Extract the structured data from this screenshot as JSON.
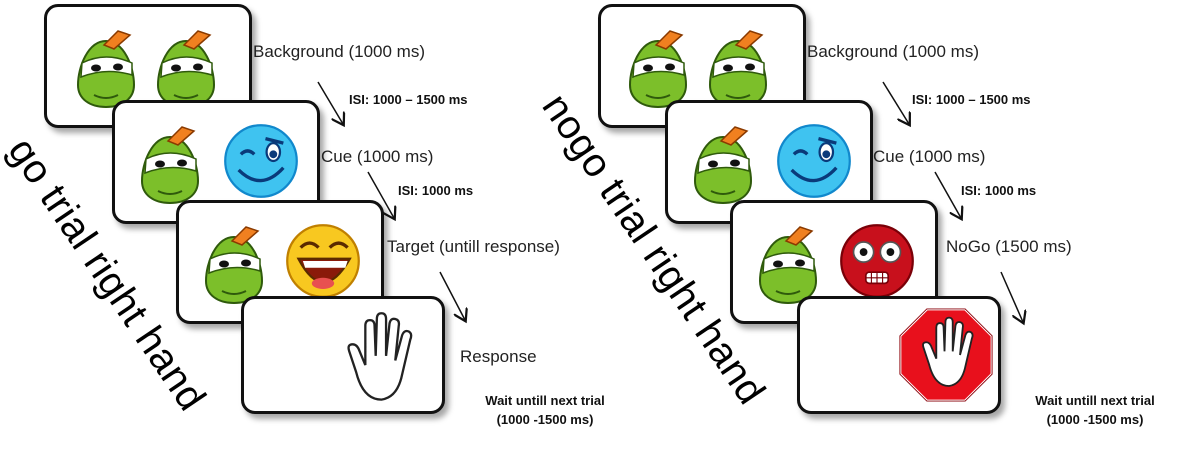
{
  "go": {
    "title": "go trial right hand",
    "steps": {
      "background": "Background (1000 ms)",
      "isi1": "ISI: 1000 – 1500 ms",
      "cue": "Cue (1000 ms)",
      "isi2": "ISI: 1000 ms",
      "target": "Target (untill response)",
      "response": "Response"
    },
    "wait_line1": "Wait untill next trial",
    "wait_line2": "(1000 -1500 ms)"
  },
  "nogo": {
    "title": "nogo trial right hand",
    "steps": {
      "background": "Background (1000 ms)",
      "isi1": "ISI: 1000 – 1500 ms",
      "cue": "Cue (1000 ms)",
      "isi2": "ISI: 1000 ms",
      "target": "NoGo (1500 ms)"
    },
    "wait_line1": "Wait untill next trial",
    "wait_line2": "(1000 -1500 ms)"
  },
  "icons": {
    "character": "green-blob-character-icon",
    "cue": "winking-blue-smiley-icon",
    "go_target": "laughing-yellow-smiley-icon",
    "nogo_target": "shocked-red-smiley-icon",
    "go_response": "hand-outline-icon",
    "nogo_response": "stop-sign-hand-icon"
  },
  "colors": {
    "character_green": "#7cbf2a",
    "character_cap": "#f08020",
    "cue_blue": "#3fc3f0",
    "go_yellow": "#f8c820",
    "nogo_red": "#c8101c",
    "stop_red": "#e8101c"
  }
}
